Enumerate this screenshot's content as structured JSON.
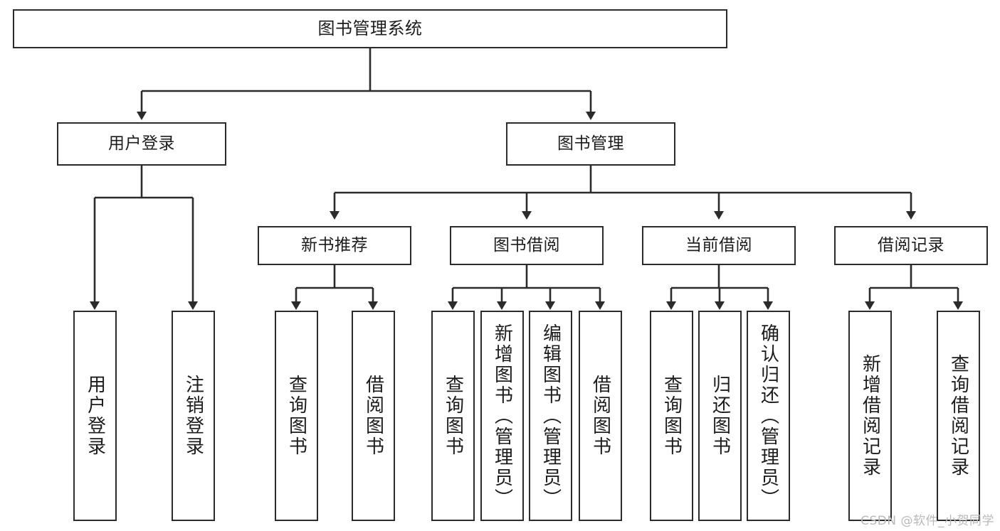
{
  "diagram": {
    "title": "图书管理系统",
    "type": "tree-hierarchy-chart",
    "orientation": "top-down",
    "stroke_color": "#2b2b2b",
    "fill_color": "#ffffff",
    "text_color": "#1c1c1c"
  },
  "watermark": {
    "text": "CSDN @软件_小贺同学",
    "color": "#b9b9b9"
  },
  "nodes": {
    "root": {
      "label": "图书管理系统"
    },
    "level2": [
      {
        "label": "用户登录"
      },
      {
        "label": "图书管理"
      }
    ],
    "level3": [
      {
        "label": "新书推荐"
      },
      {
        "label": "图书借阅"
      },
      {
        "label": "当前借阅"
      },
      {
        "label": "借阅记录"
      }
    ],
    "leaves_user_login": [
      {
        "label": "用户登录"
      },
      {
        "label": "注销登录"
      }
    ],
    "leaves_new_book": [
      {
        "label": "查询图书"
      },
      {
        "label": "借阅图书"
      }
    ],
    "leaves_borrow": [
      {
        "label": "查询图书"
      },
      {
        "label": "新增图书（管理员）"
      },
      {
        "label": "编辑图书（管理员）"
      },
      {
        "label": "借阅图书"
      }
    ],
    "leaves_current": [
      {
        "label": "查询图书"
      },
      {
        "label": "归还图书"
      },
      {
        "label": "确认归还（管理员）"
      }
    ],
    "leaves_record": [
      {
        "label": "新增借阅记录"
      },
      {
        "label": "查询借阅记录"
      }
    ]
  }
}
